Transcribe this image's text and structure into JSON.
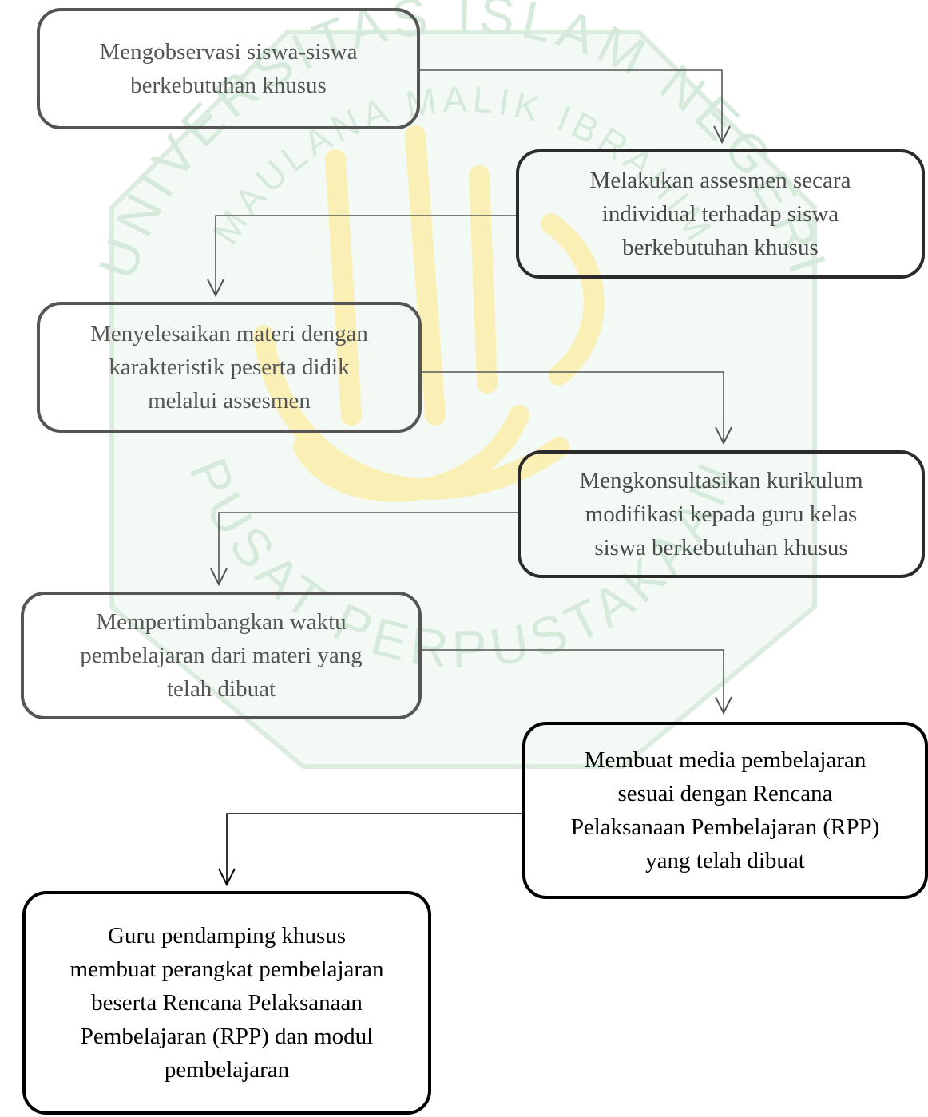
{
  "steps": [
    {
      "id": "step1",
      "text": "Mengobservasi siswa-siswa\nberkebutuhan khusus"
    },
    {
      "id": "step2",
      "text": "Melakukan assesmen secara\nindividual terhadap siswa\nberkebutuhan khusus"
    },
    {
      "id": "step3",
      "text": "Menyelesaikan materi dengan\nkarakteristik peserta didik\nmelalui assesmen"
    },
    {
      "id": "step4",
      "text": "Mengkonsultasikan kurikulum\nmodifikasi kepada guru kelas\nsiswa berkebutuhan khusus"
    },
    {
      "id": "step5",
      "text": "Mempertimbangkan waktu\npembelajaran dari materi yang\ntelah dibuat"
    },
    {
      "id": "step6",
      "text": "Membuat media pembelajaran\nsesuai dengan Rencana\nPelaksanaan Pembelajaran (RPP)\nyang telah dibuat"
    },
    {
      "id": "step7",
      "text": "Guru pendamping khusus\nmembuat perangkat pembelajaran\nbeserta Rencana Pelaksanaan\nPembelajaran (RPP) dan modul\npembelajaran"
    }
  ],
  "watermark": {
    "arc_text_top": "UNIVERSITAS ISLAM NEGERI",
    "arc_text_inner": "MAULANA MALIK IBRAHIM",
    "arc_text_bottom": "PUSAT PERPUSTAKAAN",
    "color_green": "#d6eadb",
    "color_yellow": "#fbf0b0"
  }
}
